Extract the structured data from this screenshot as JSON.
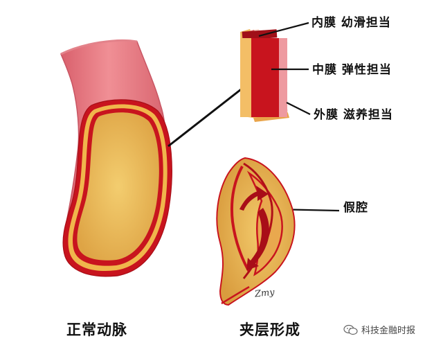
{
  "labels": {
    "intima": "内膜 幼滑担当",
    "media": "中膜 弹性担当",
    "adventitia": "外膜 滋养担当",
    "false_lumen": "假腔"
  },
  "captions": {
    "normal_artery": "正常动脉",
    "dissection": "夹层形成"
  },
  "watermark": "科技金融时报",
  "signature": "Zmy",
  "colors": {
    "vessel_pink": "#e47f86",
    "vessel_dark_pink": "#c85563",
    "wall_red": "#c8141e",
    "lumen_yellow": "#e8b350",
    "lumen_light": "#f1c868",
    "line": "#111111"
  }
}
